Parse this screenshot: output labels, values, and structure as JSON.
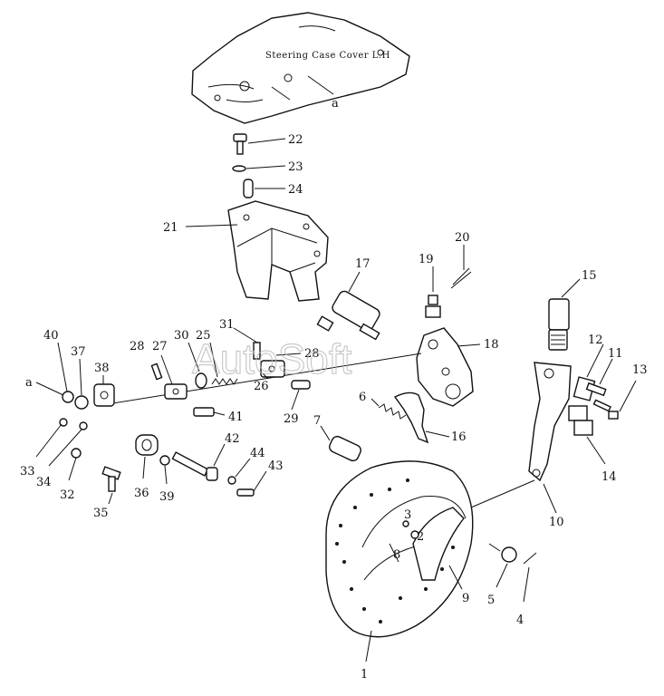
{
  "caption": "Steering Case Cover L.H",
  "watermark": "AutoSoft",
  "callouts": [
    "a",
    "22",
    "23",
    "24",
    "21",
    "20",
    "19",
    "17",
    "15",
    "18",
    "12",
    "11",
    "13",
    "14",
    "10",
    "31",
    "30",
    "25",
    "27",
    "28",
    "28",
    "26",
    "29",
    "41",
    "40",
    "37",
    "38",
    "a",
    "33",
    "34",
    "32",
    "35",
    "36",
    "39",
    "42",
    "44",
    "43",
    "6",
    "16",
    "7",
    "5",
    "4",
    "3",
    "2",
    "8",
    "9",
    "1"
  ]
}
